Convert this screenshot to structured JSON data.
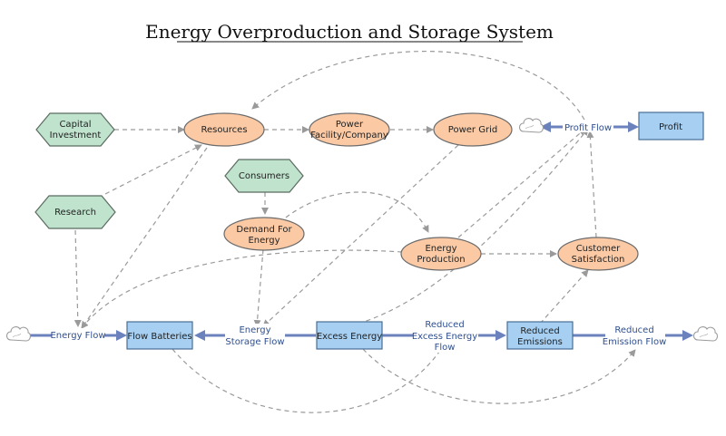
{
  "title": "Energy Overproduction and Storage System",
  "nodes": {
    "capital_investment": [
      "Capital",
      "Investment"
    ],
    "research": [
      "Research"
    ],
    "resources": [
      "Resources"
    ],
    "power_facility": [
      "Power",
      "Facility/Company"
    ],
    "power_grid": [
      "Power Grid"
    ],
    "consumers": [
      "Consumers"
    ],
    "demand_for_energy": [
      "Demand For",
      "Energy"
    ],
    "energy_production": [
      "Energy",
      "Production"
    ],
    "customer_satisfaction": [
      "Customer",
      "Satisfaction"
    ],
    "profit": [
      "Profit"
    ],
    "flow_batteries": [
      "Flow Batteries"
    ],
    "excess_energy": [
      "Excess Energy"
    ],
    "reduced_emissions": [
      "Reduced",
      "Emissions"
    ]
  },
  "flows": {
    "energy_flow": [
      "Energy Flow"
    ],
    "energy_storage_flow": [
      "Energy",
      "Storage Flow"
    ],
    "reduced_excess_energy_flow": [
      "Reduced",
      "Excess Energy",
      "Flow"
    ],
    "reduced_emission_flow": [
      "Reduced",
      "Emission Flow"
    ],
    "profit_flow": [
      "Profit Flow"
    ]
  },
  "colors": {
    "auxiliary_fill": "#fbc9a4",
    "source_fill": "#bfe3cc",
    "stock_fill": "#a6cff2",
    "flow_line": "#6b82bd",
    "link_line": "#9a9a9a"
  }
}
